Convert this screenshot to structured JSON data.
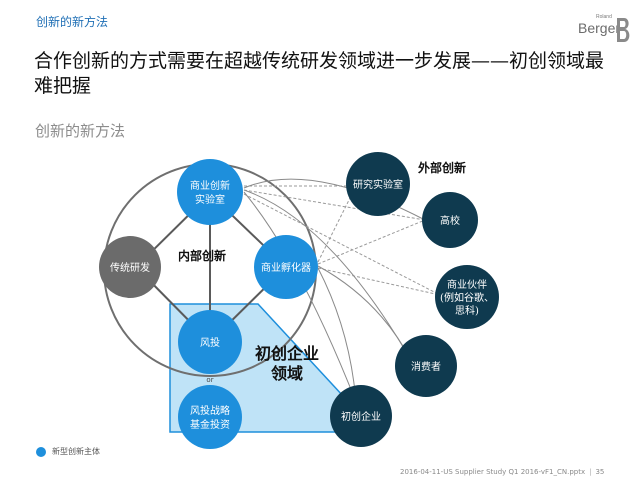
{
  "header": {
    "breadcrumb": "创新的新方法",
    "logo_top": "Roland",
    "logo_word": "Berger"
  },
  "title": "合作创新的方式需要在超越传统研发领域进一步发展——初创领域最难把握",
  "subtitle": "创新的新方法",
  "labels": {
    "internal": "内部创新",
    "external": "外部创新",
    "startup_area_line1": "初创企业",
    "startup_area_line2": "领域",
    "or": "or"
  },
  "nodes": {
    "biz_lab": [
      "商业创新",
      "实验室"
    ],
    "trad_rd": "传统研发",
    "incubator": "商业孵化器",
    "vc": "风投",
    "cvc": [
      "风投战略",
      "基金投资"
    ],
    "research_lab": "研究实验室",
    "university": "高校",
    "partners": [
      "商业伙伴",
      "(例如谷歌、",
      "思科)"
    ],
    "consumers": "消费者",
    "startups": "初创企业"
  },
  "legend": {
    "text": "新型创新主体"
  },
  "footer": {
    "file": "2016-04-11-US Supplier Study Q1 2016-vF1_CN.pptx",
    "page": "35"
  },
  "colors": {
    "blue_node": "#1e8fdc",
    "dark_node": "#0f3a4f",
    "gray_node": "#6b6b6b",
    "startup_area": "#bfe3f7",
    "brand": "#1f6fb5"
  }
}
